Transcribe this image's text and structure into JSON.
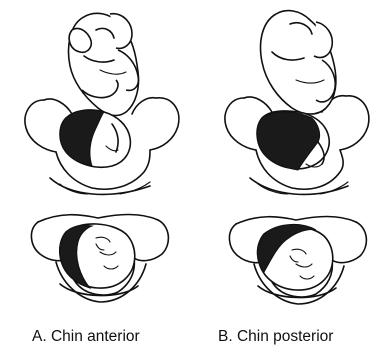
{
  "panels": [
    {
      "id": "a",
      "caption": "A. Chin anterior",
      "ink": "#111111",
      "hair": "#1a1a1a"
    },
    {
      "id": "b",
      "caption": "B. Chin posterior",
      "ink": "#111111",
      "hair": "#1a1a1a"
    }
  ]
}
